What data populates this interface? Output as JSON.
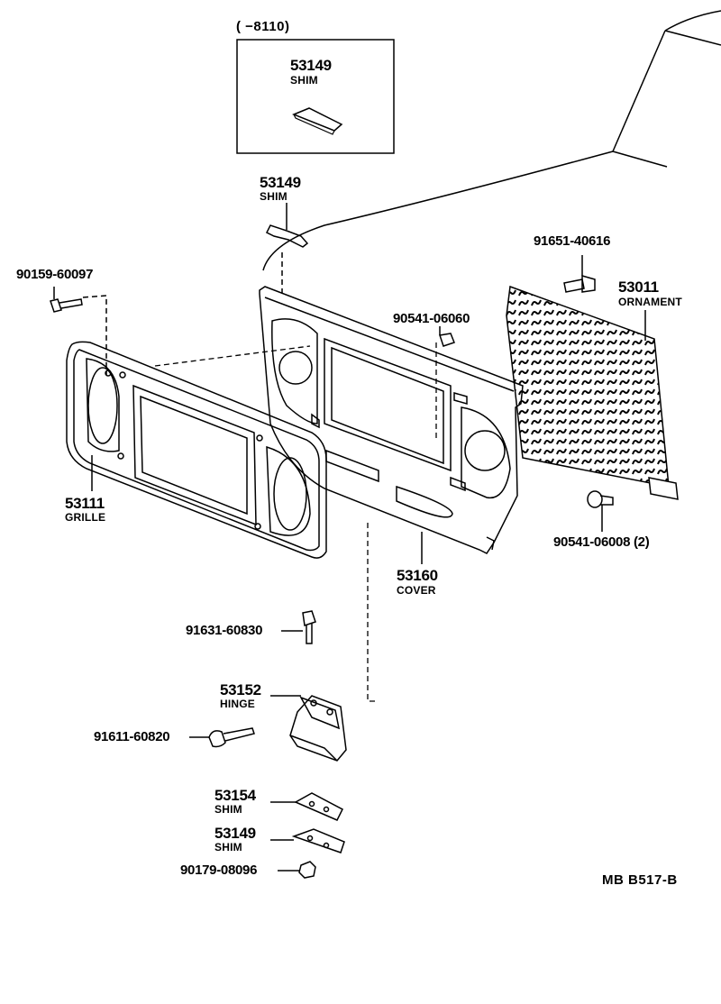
{
  "inset": {
    "range": "(        −8110)",
    "part_number": "53149",
    "part_name": "SHIM"
  },
  "parts": {
    "shim_top": {
      "number": "53149",
      "name": "SHIM"
    },
    "bolt_left": {
      "number": "90159-60097"
    },
    "screw_top": {
      "number": "91651-40616"
    },
    "ornament": {
      "number": "53011",
      "name": "ORNAMENT"
    },
    "clip_center": {
      "number": "90541-06060"
    },
    "grille": {
      "number": "53111",
      "name": "GRILLE"
    },
    "cover": {
      "number": "53160",
      "name": "COVER"
    },
    "clip_bottom": {
      "number": "90541-06008 (2)"
    },
    "bolt_middle": {
      "number": "91631-60830"
    },
    "hinge": {
      "number": "53152",
      "name": "HINGE"
    },
    "bolt_hinge": {
      "number": "91611-60820"
    },
    "shim_lower1": {
      "number": "53154",
      "name": "SHIM"
    },
    "shim_lower2": {
      "number": "53149",
      "name": "SHIM"
    },
    "nut_bottom": {
      "number": "90179-08096"
    }
  },
  "diagram_ref": "MB  B517-B"
}
